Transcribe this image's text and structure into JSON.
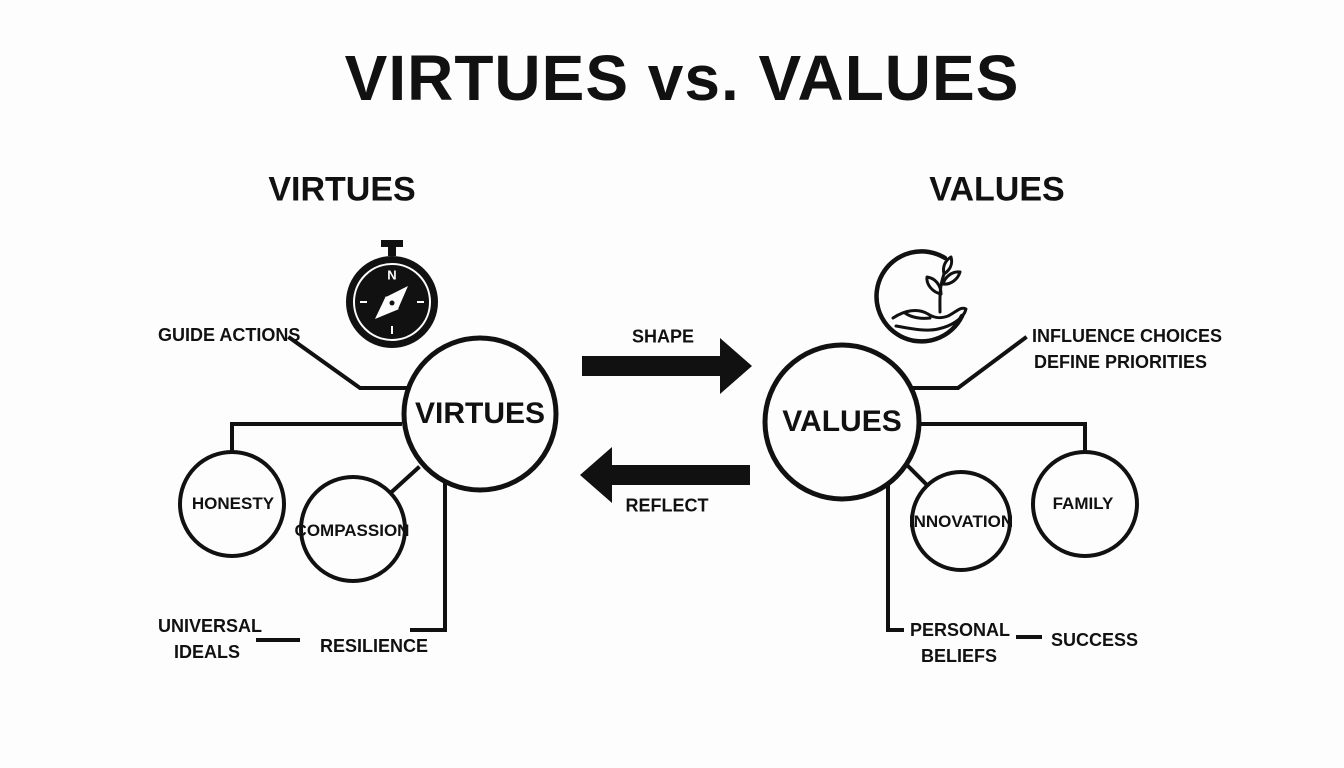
{
  "title": "VIRTUES vs. VALUES",
  "virtues": {
    "heading": "VIRTUES",
    "icon": "compass-icon",
    "compass_letter": "N",
    "center_label": "VIRTUES",
    "note_guide": "GUIDE ACTIONS",
    "node_honesty": "HONESTY",
    "node_compassion": "COMPASSION",
    "note_universal_line1": "UNIVERSAL",
    "note_universal_line2": "IDEALS",
    "note_resilience": "RESILIENCE"
  },
  "values": {
    "heading": "VALUES",
    "icon": "hand-with-sprout-icon",
    "center_label": "VALUES",
    "note_influence_line1": "INFLUENCE CHOICES",
    "note_influence_line2": "DEFINE PRIORITIES",
    "node_innovation": "INNOVATION",
    "node_family": "FAMILY",
    "note_personal_line1": "PERSONAL",
    "note_personal_line2": "BELIEFS",
    "note_success": "SUCCESS"
  },
  "arrows": {
    "shape_label": "SHAPE",
    "reflect_label": "REFLECT"
  },
  "colors": {
    "ink": "#111111",
    "background": "#fdfdfd"
  }
}
